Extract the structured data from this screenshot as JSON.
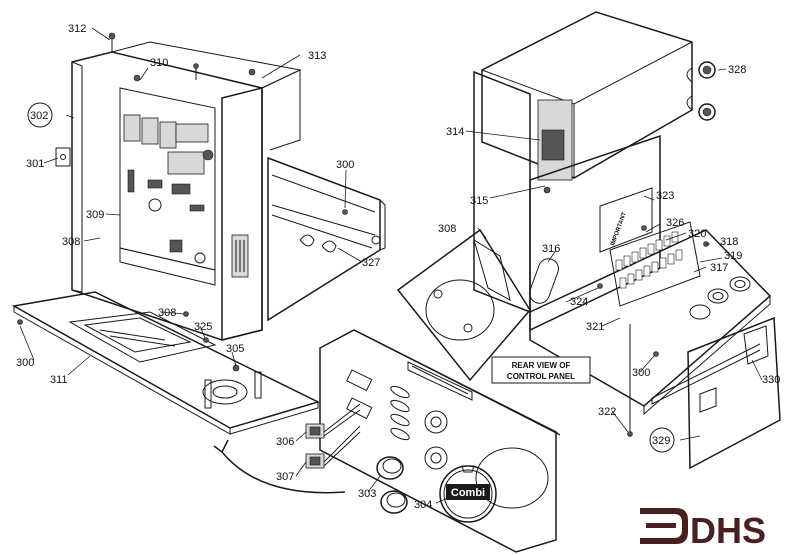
{
  "diagram": {
    "part_labels": {
      "p300a": "300",
      "p300b": "300",
      "p300c": "300",
      "p301": "301",
      "p302": "302",
      "p303": "303",
      "p304": "304",
      "p305": "305",
      "p306": "306",
      "p307": "307",
      "p308a": "308",
      "p308b": "308",
      "p308c": "308",
      "p309": "309",
      "p310": "310",
      "p311": "311",
      "p312": "312",
      "p313": "313",
      "p314": "314",
      "p315": "315",
      "p316": "316",
      "p317": "317",
      "p318": "318",
      "p319": "319",
      "p320": "320",
      "p321": "321",
      "p322": "322",
      "p323": "323",
      "p324": "324",
      "p325": "325",
      "p326": "326",
      "p327": "327",
      "p328": "328",
      "p329": "329",
      "p330": "330"
    },
    "callout": {
      "line1": "REAR VIEW OF",
      "line2": "CONTROL PANEL"
    },
    "panel_badge": "Combi",
    "warning_plate": "IMPORTANT",
    "brand_logo": "DHS",
    "colors": {
      "ink": "#1a1a1a",
      "logo": "#4a1f1f",
      "background": "#ffffff"
    }
  }
}
